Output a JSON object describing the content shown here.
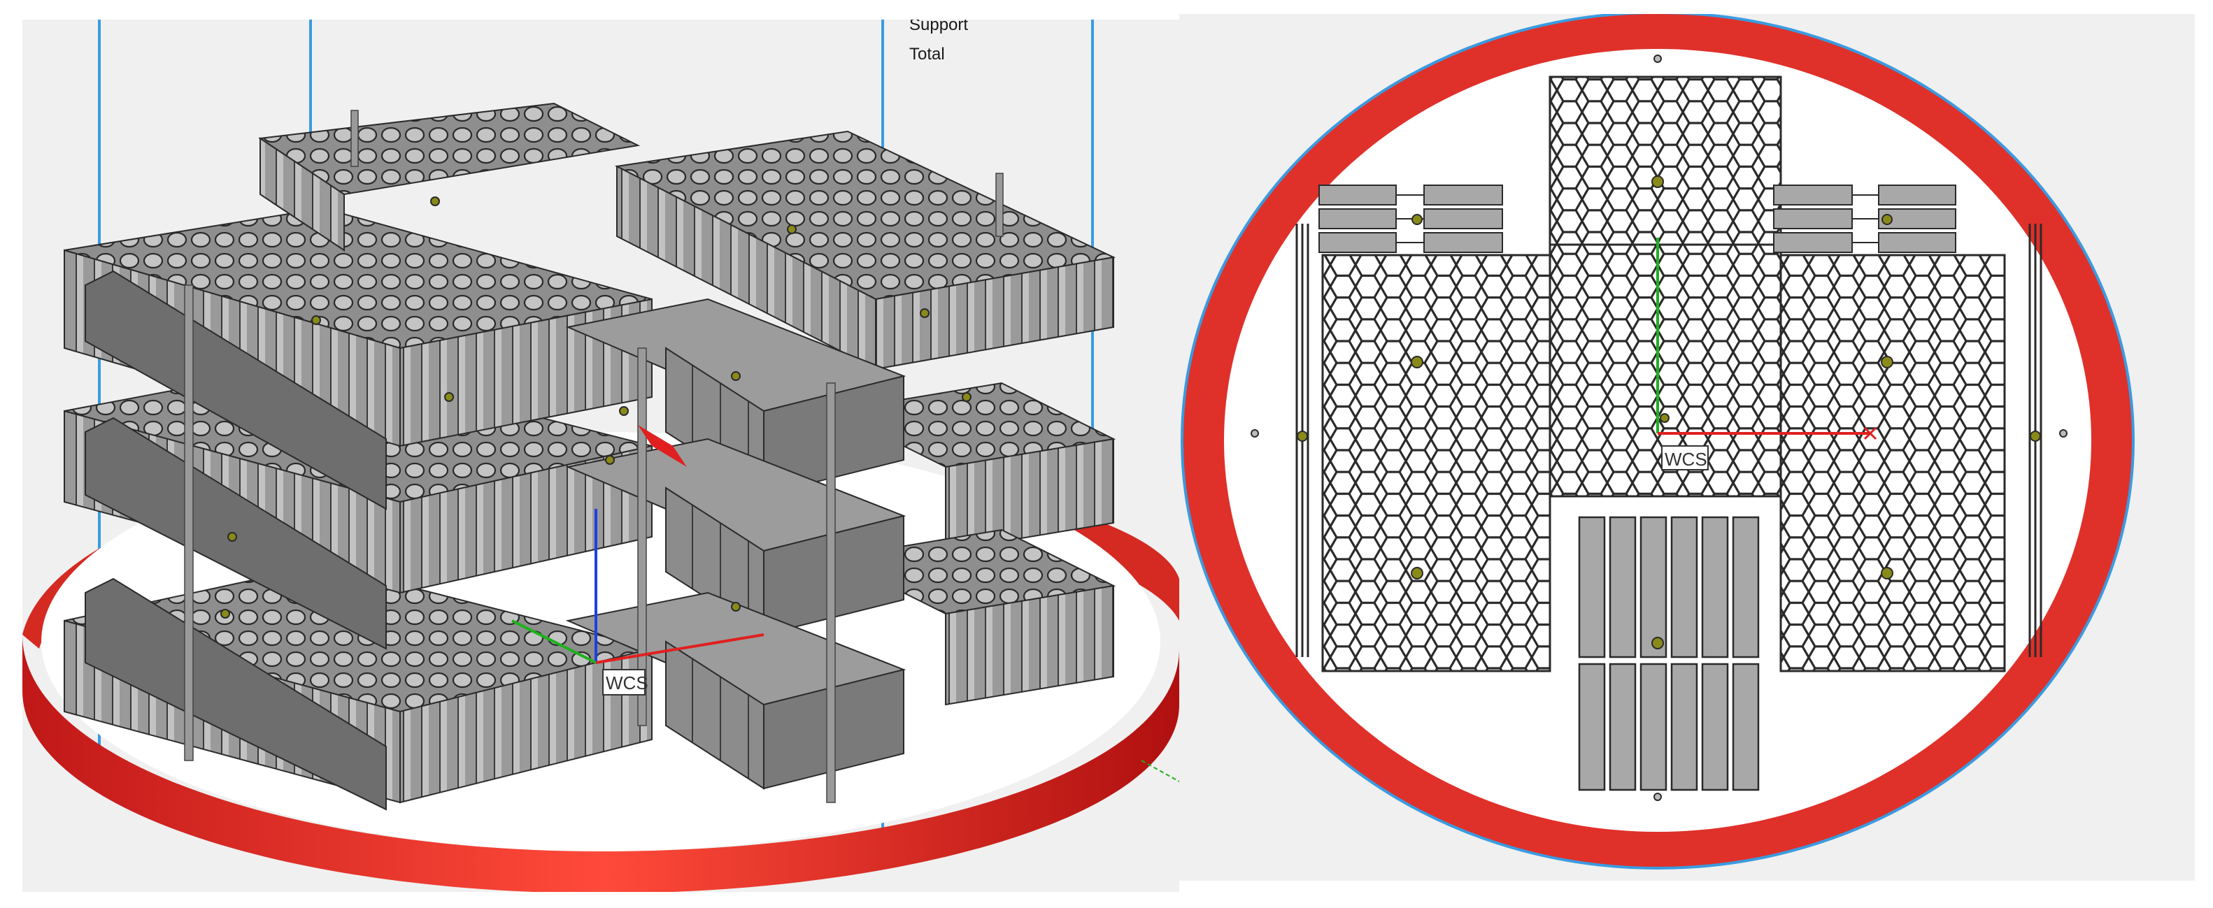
{
  "left_view": {
    "legend": {
      "support_label": "Support",
      "total_label": "Total"
    },
    "wcs_label": "WCS"
  },
  "right_view": {
    "wcs_label": "WCS"
  },
  "colors": {
    "build_ring": "#e0302a",
    "build_plate_outline": "#3a9be0",
    "part_fill": "#a8a8a8",
    "part_stroke": "#303030",
    "panel_bg": "#f0f0f0",
    "support_marker": "#8a8a1a",
    "axis_x": "#e02020",
    "axis_y": "#20b020",
    "axis_z": "#2040e0"
  }
}
